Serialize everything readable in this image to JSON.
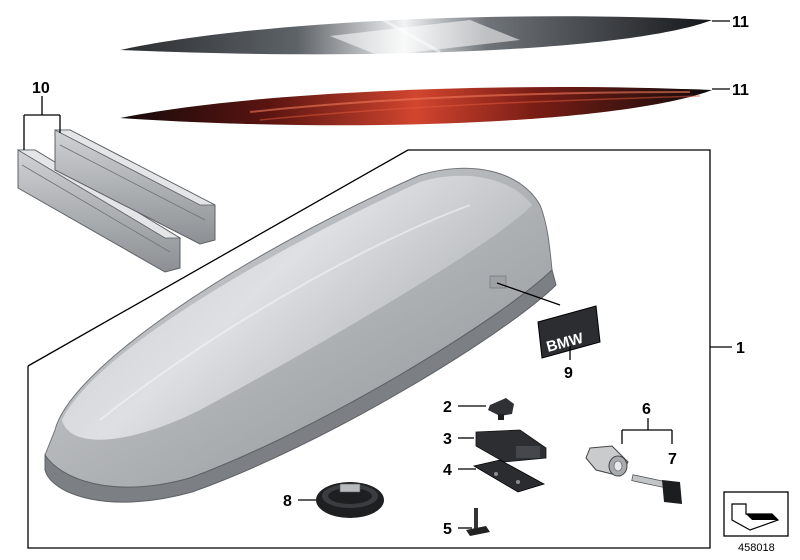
{
  "diagram_id": "458018",
  "badge": {
    "text": "BMW"
  },
  "callouts": {
    "c1": "1",
    "c2": "2",
    "c3": "3",
    "c4": "4",
    "c5": "5",
    "c6": "6",
    "c7": "7",
    "c8": "8",
    "c9": "9",
    "c10": "10",
    "c11a": "11",
    "c11b": "11"
  },
  "icons": [
    "roof-box-icon",
    "mounting-rail-icon",
    "decal-strip-icon",
    "lock-cylinder-icon",
    "key-icon",
    "strap-icon",
    "arrow-icon"
  ]
}
